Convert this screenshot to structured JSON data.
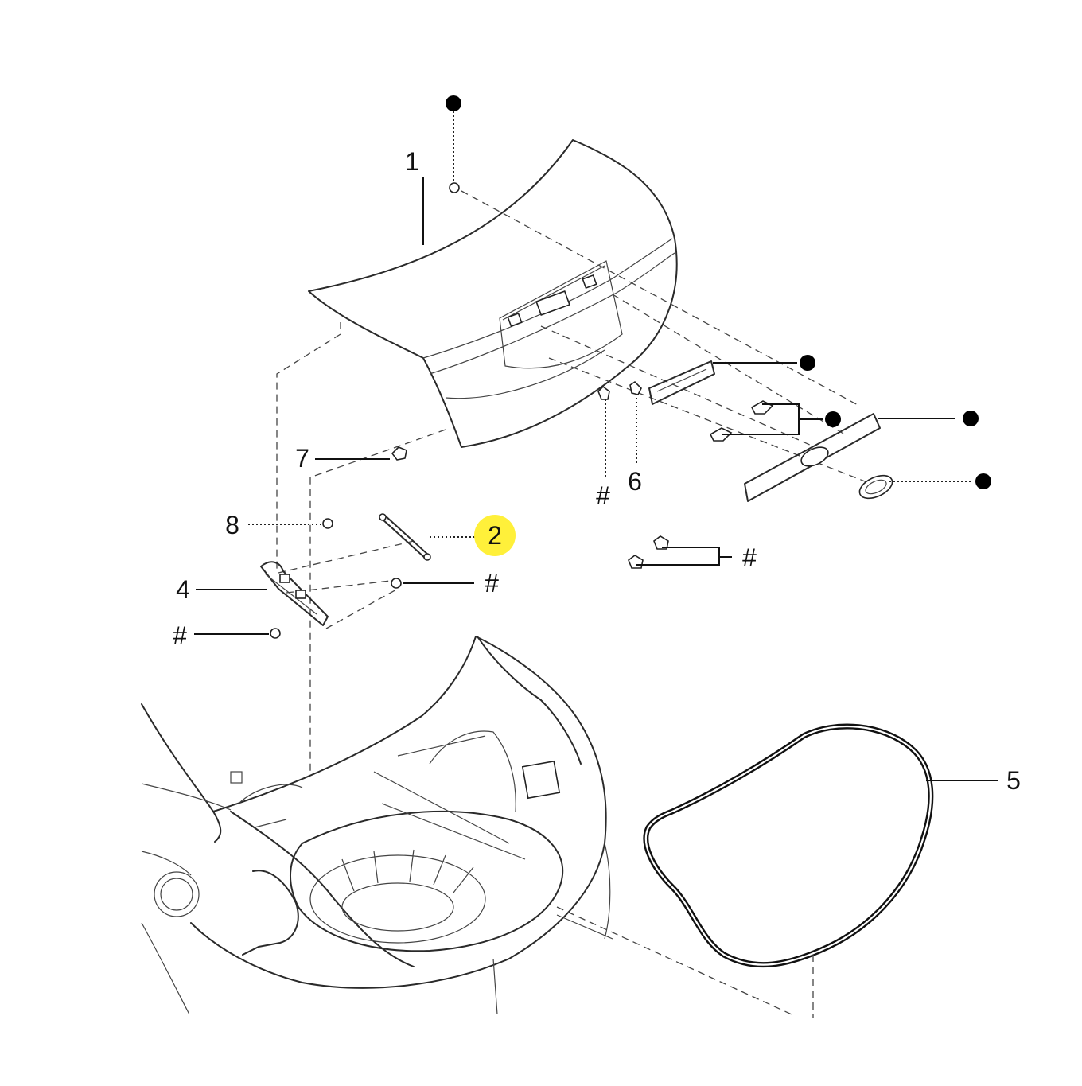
{
  "diagram": {
    "callouts": [
      {
        "id": "1",
        "label": "1"
      },
      {
        "id": "2",
        "label": "2",
        "highlighted": true
      },
      {
        "id": "4",
        "label": "4"
      },
      {
        "id": "5",
        "label": "5"
      },
      {
        "id": "6",
        "label": "6"
      },
      {
        "id": "7",
        "label": "7"
      },
      {
        "id": "8",
        "label": "8"
      }
    ],
    "hash_label": "#",
    "colors": {
      "line": "#2a2a2a",
      "highlight": "#fff03a",
      "marker": "#000000",
      "background": "#ffffff"
    },
    "icons": [
      "filled-dot-marker"
    ]
  }
}
